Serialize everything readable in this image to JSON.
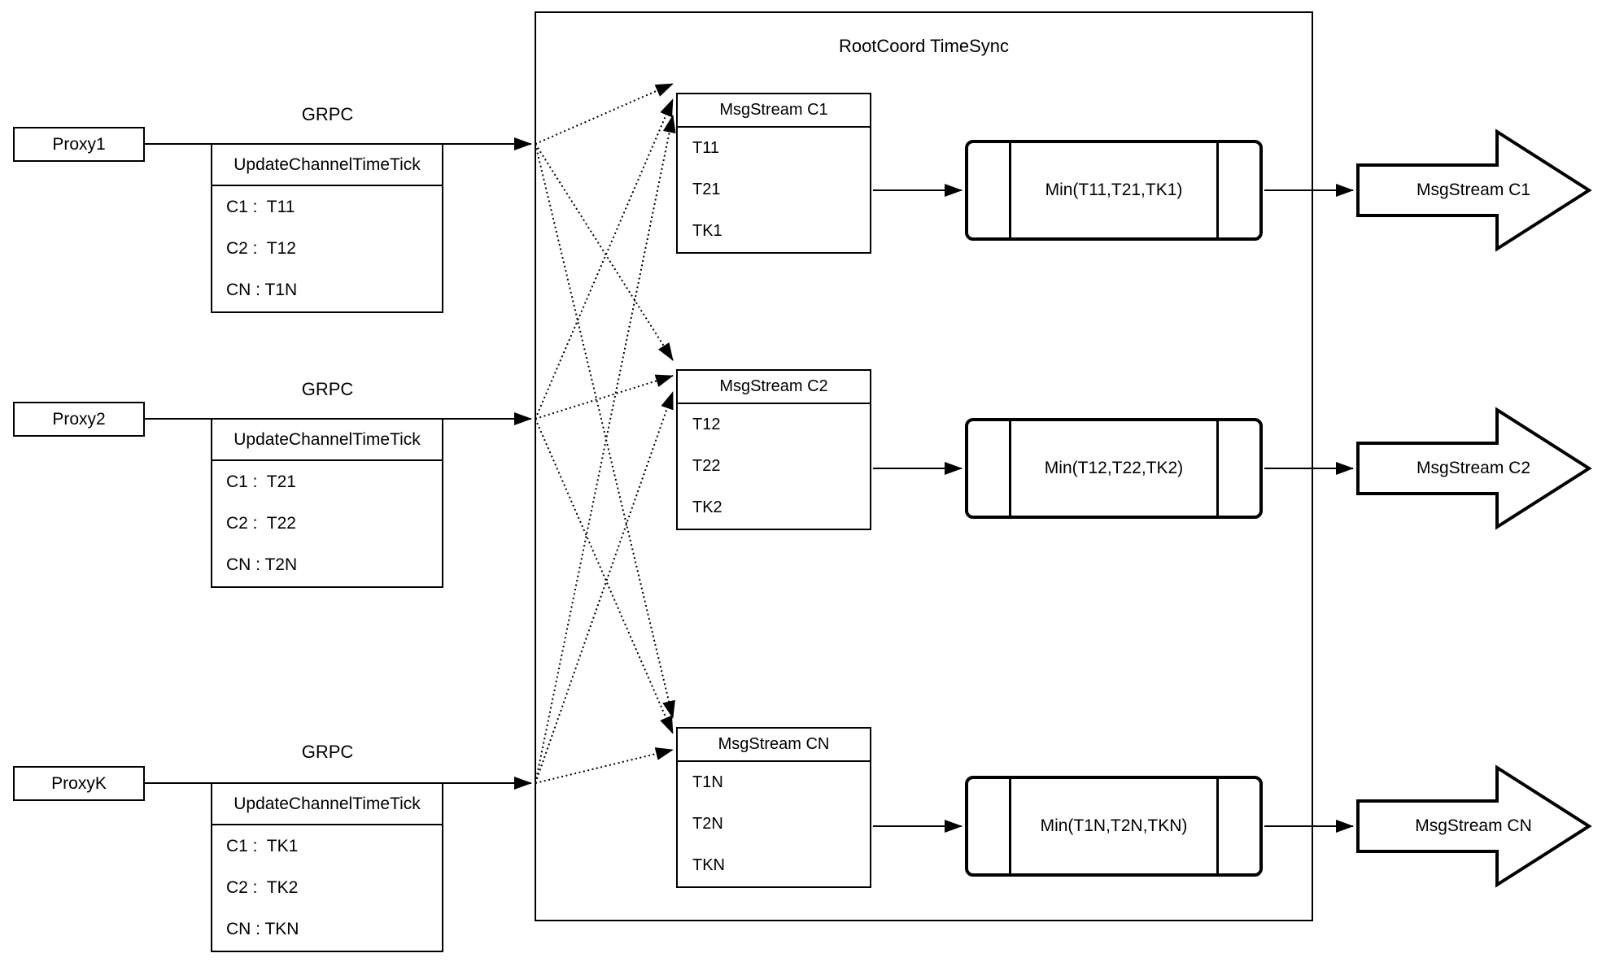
{
  "diagram": {
    "title": "RootCoord TimeSync",
    "proxies": [
      {
        "name": "Proxy1",
        "protocol": "GRPC",
        "message": {
          "title": "UpdateChannelTimeTick",
          "rows": [
            "C1 :  T11",
            "C2 :  T12",
            "CN : T1N"
          ]
        }
      },
      {
        "name": "Proxy2",
        "protocol": "GRPC",
        "message": {
          "title": "UpdateChannelTimeTick",
          "rows": [
            "C1 :  T21",
            "C2 :  T22",
            "CN : T2N"
          ]
        }
      },
      {
        "name": "ProxyK",
        "protocol": "GRPC",
        "message": {
          "title": "UpdateChannelTimeTick",
          "rows": [
            "C1 :  TK1",
            "C2 :  TK2",
            "CN : TKN"
          ]
        }
      }
    ],
    "streams": [
      {
        "title": "MsgStream C1",
        "ticks": [
          "T11",
          "T21",
          "TK1"
        ],
        "min": "Min(T11,T21,TK1)",
        "output": "MsgStream C1"
      },
      {
        "title": "MsgStream C2",
        "ticks": [
          "T12",
          "T22",
          "TK2"
        ],
        "min": "Min(T12,T22,TK2)",
        "output": "MsgStream C2"
      },
      {
        "title": "MsgStream CN",
        "ticks": [
          "T1N",
          "T2N",
          "TKN"
        ],
        "min": "Min(T1N,T2N,TKN)",
        "output": "MsgStream CN"
      }
    ],
    "colors": {
      "stroke": "#000000",
      "background": "#ffffff"
    }
  }
}
